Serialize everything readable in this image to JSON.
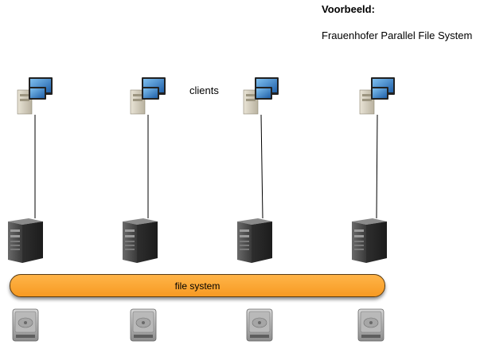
{
  "title": "Voorbeeld:",
  "subtitle": "Frauenhofer Parallel File System",
  "clients_label": "clients",
  "file_system_label": "file system",
  "colors": {
    "file_system_bar": "#ffa733",
    "server": "#4a4a4a",
    "disk": "#9a9a9a",
    "monitor": "#3a7dc9"
  },
  "nodes": [
    {
      "client_icon": "computer-icon",
      "server_icon": "server-tower-icon",
      "disk_icon": "hard-disk-icon"
    },
    {
      "client_icon": "computer-icon",
      "server_icon": "server-tower-icon",
      "disk_icon": "hard-disk-icon"
    },
    {
      "client_icon": "computer-icon",
      "server_icon": "server-tower-icon",
      "disk_icon": "hard-disk-icon"
    },
    {
      "client_icon": "computer-icon",
      "server_icon": "server-tower-icon",
      "disk_icon": "hard-disk-icon"
    }
  ]
}
